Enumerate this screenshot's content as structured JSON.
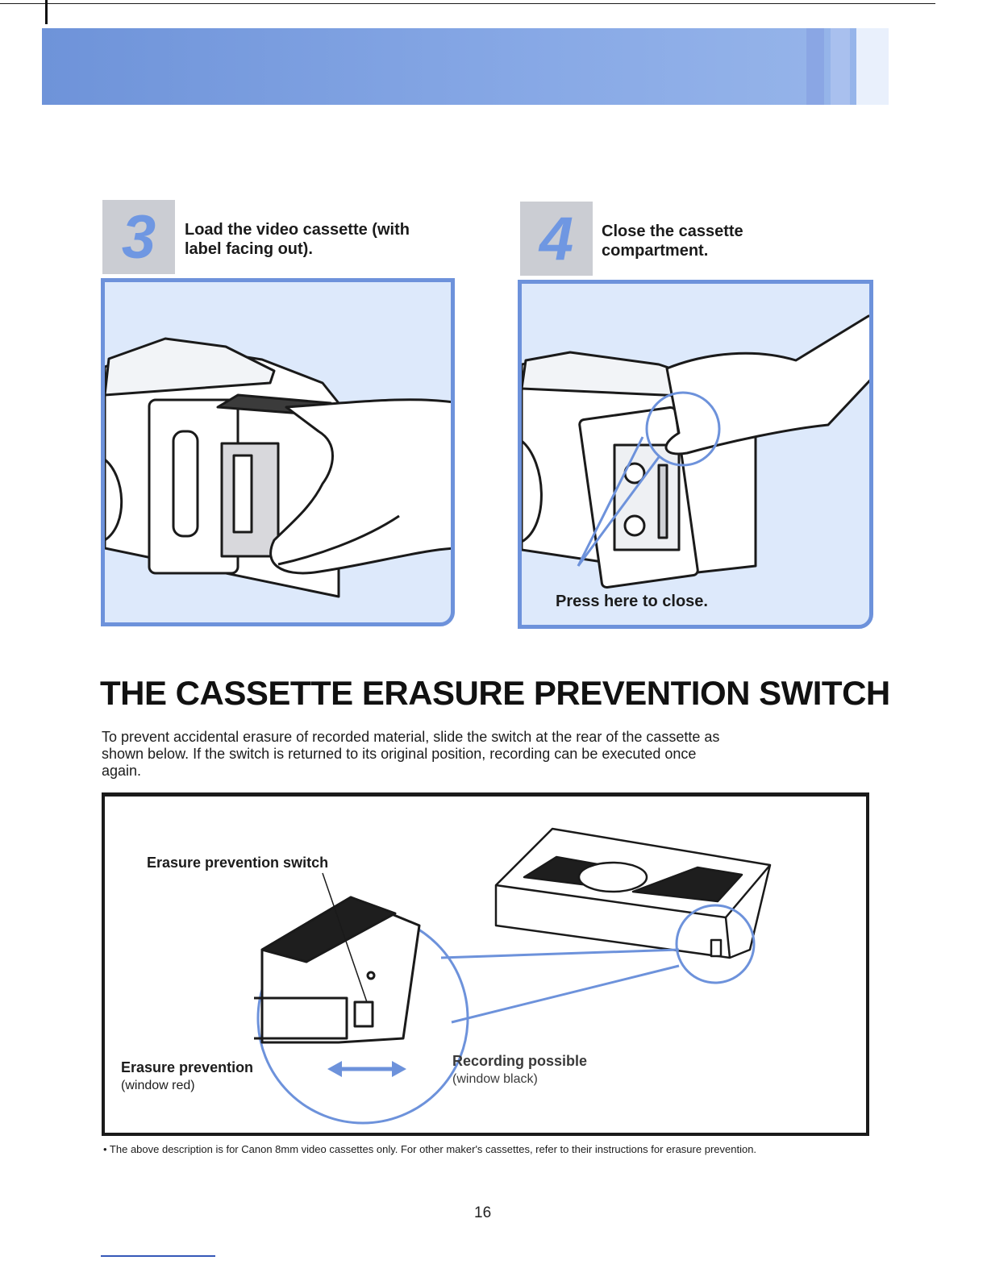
{
  "step3": {
    "number": "3",
    "text": "Load the video cassette (with\nlabel facing out)."
  },
  "step4": {
    "number": "4",
    "text": "Close the cassette\ncompartment.",
    "caption": "Press here to close."
  },
  "section": {
    "heading": "THE CASSETTE ERASURE PREVENTION SWITCH",
    "intro": "To prevent accidental erasure of recorded material, slide the switch at the rear of the cassette as shown below. If the switch is returned to its original position, recording can be executed once again."
  },
  "diagram": {
    "switch_label": "Erasure prevention switch",
    "left_label": "Erasure prevention",
    "left_sub": "(window red)",
    "right_label": "Recording possible",
    "right_sub": "(window black)"
  },
  "footnote": "• The above description is for Canon 8mm video cassettes only. For other maker's cassettes, refer to their instructions for erasure prevention.",
  "page_number": "16",
  "colors": {
    "banner": "#7d9fe0",
    "panel_bg": "#dde9fb",
    "panel_border": "#6d92db",
    "step_box": "#cbcdd3"
  }
}
